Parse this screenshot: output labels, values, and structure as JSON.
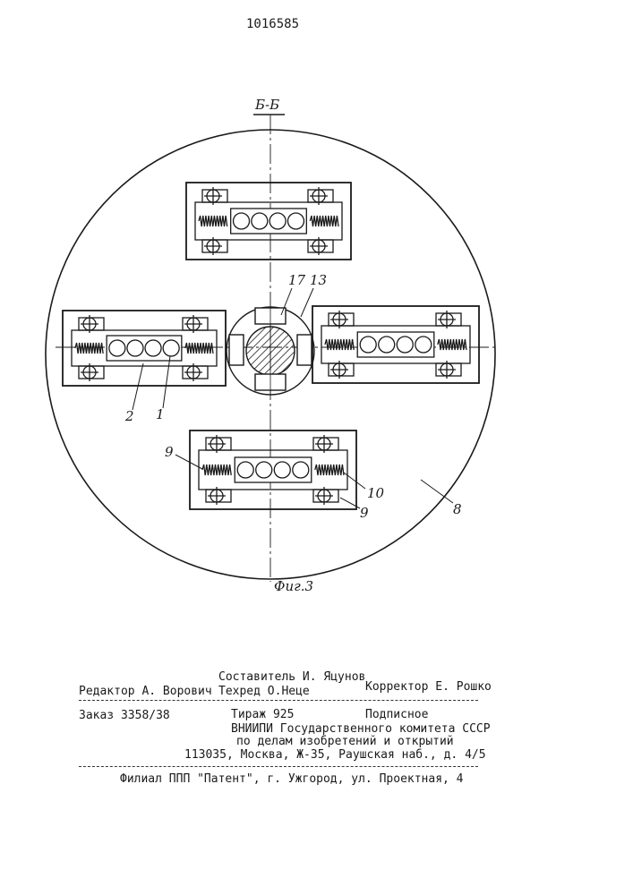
{
  "patent_number": "1016585",
  "section_label": "Б-Б",
  "figure_label": "Фиг.3",
  "callouts": [
    "17",
    "13",
    "2",
    "1",
    "9",
    "10",
    "9",
    "8"
  ],
  "imprint": {
    "compiler": "Составитель И. Яцунов",
    "editor": "Редактор А. Ворович",
    "techred": "Техред О.Неце",
    "corrector": "Корректор Е. Рошко",
    "order": "Заказ 3358/38",
    "circulation": "Тираж 925",
    "subscription": "Подписное",
    "org_line1": "ВНИИПИ Государственного комитета СССР",
    "org_line2": "по делам изобретений и открытий",
    "address": "113035, Москва, Ж-35, Раушская наб., д. 4/5",
    "branch": "Филиал ППП \"Патент\", г. Ужгород, ул. Проектная, 4"
  }
}
